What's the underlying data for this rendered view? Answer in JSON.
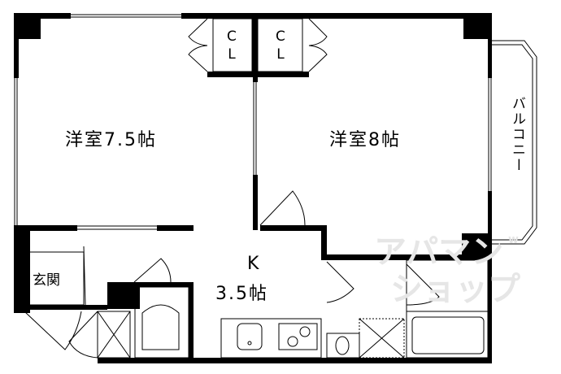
{
  "rooms": {
    "western_room_1": "洋室7.5帖",
    "western_room_2": "洋室8帖",
    "kitchen_letter": "K",
    "kitchen_size": "3.5帖",
    "entrance": "玄関",
    "balcony": "バルコニー",
    "closet_1": [
      "C",
      "L"
    ],
    "closet_2": [
      "C",
      "L"
    ]
  },
  "watermark": {
    "line1": "アパマン",
    "line2": "ショップ",
    "badge": "w"
  },
  "colors": {
    "wall": "#000000",
    "watermark": "#e6e6e6"
  }
}
